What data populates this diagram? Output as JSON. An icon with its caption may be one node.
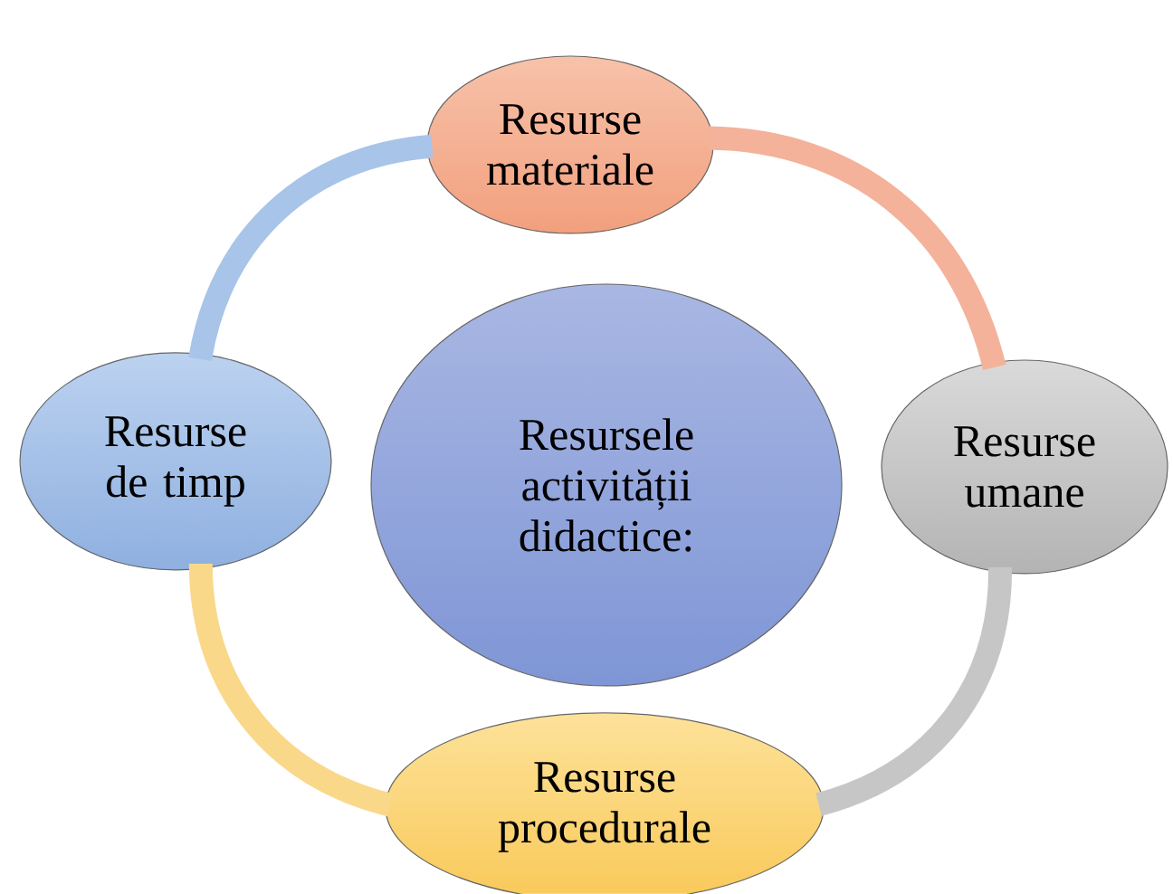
{
  "diagram": {
    "nodes": [
      {
        "text": [
          "Resurse materiale"
        ]
      },
      {
        "text": [
          "Resurse umane"
        ]
      },
      {
        "text": [
          "Resurse procedurale"
        ]
      },
      {
        "text": [
          "Resurse de timp"
        ]
      },
      {
        "text": [
          "Resursele activității didactice:"
        ]
      }
    ],
    "edges": [
      {
        "from": 0,
        "to": 1,
        "arrow": "none",
        "color": "#f4b29a"
      },
      {
        "from": 1,
        "to": 2,
        "arrow": "none",
        "color": "#c6c6c6"
      },
      {
        "from": 2,
        "to": 3,
        "arrow": "none",
        "color": "#fad88a"
      },
      {
        "from": 3,
        "to": 0,
        "arrow": "none",
        "color": "#a8c4e8"
      }
    ]
  }
}
